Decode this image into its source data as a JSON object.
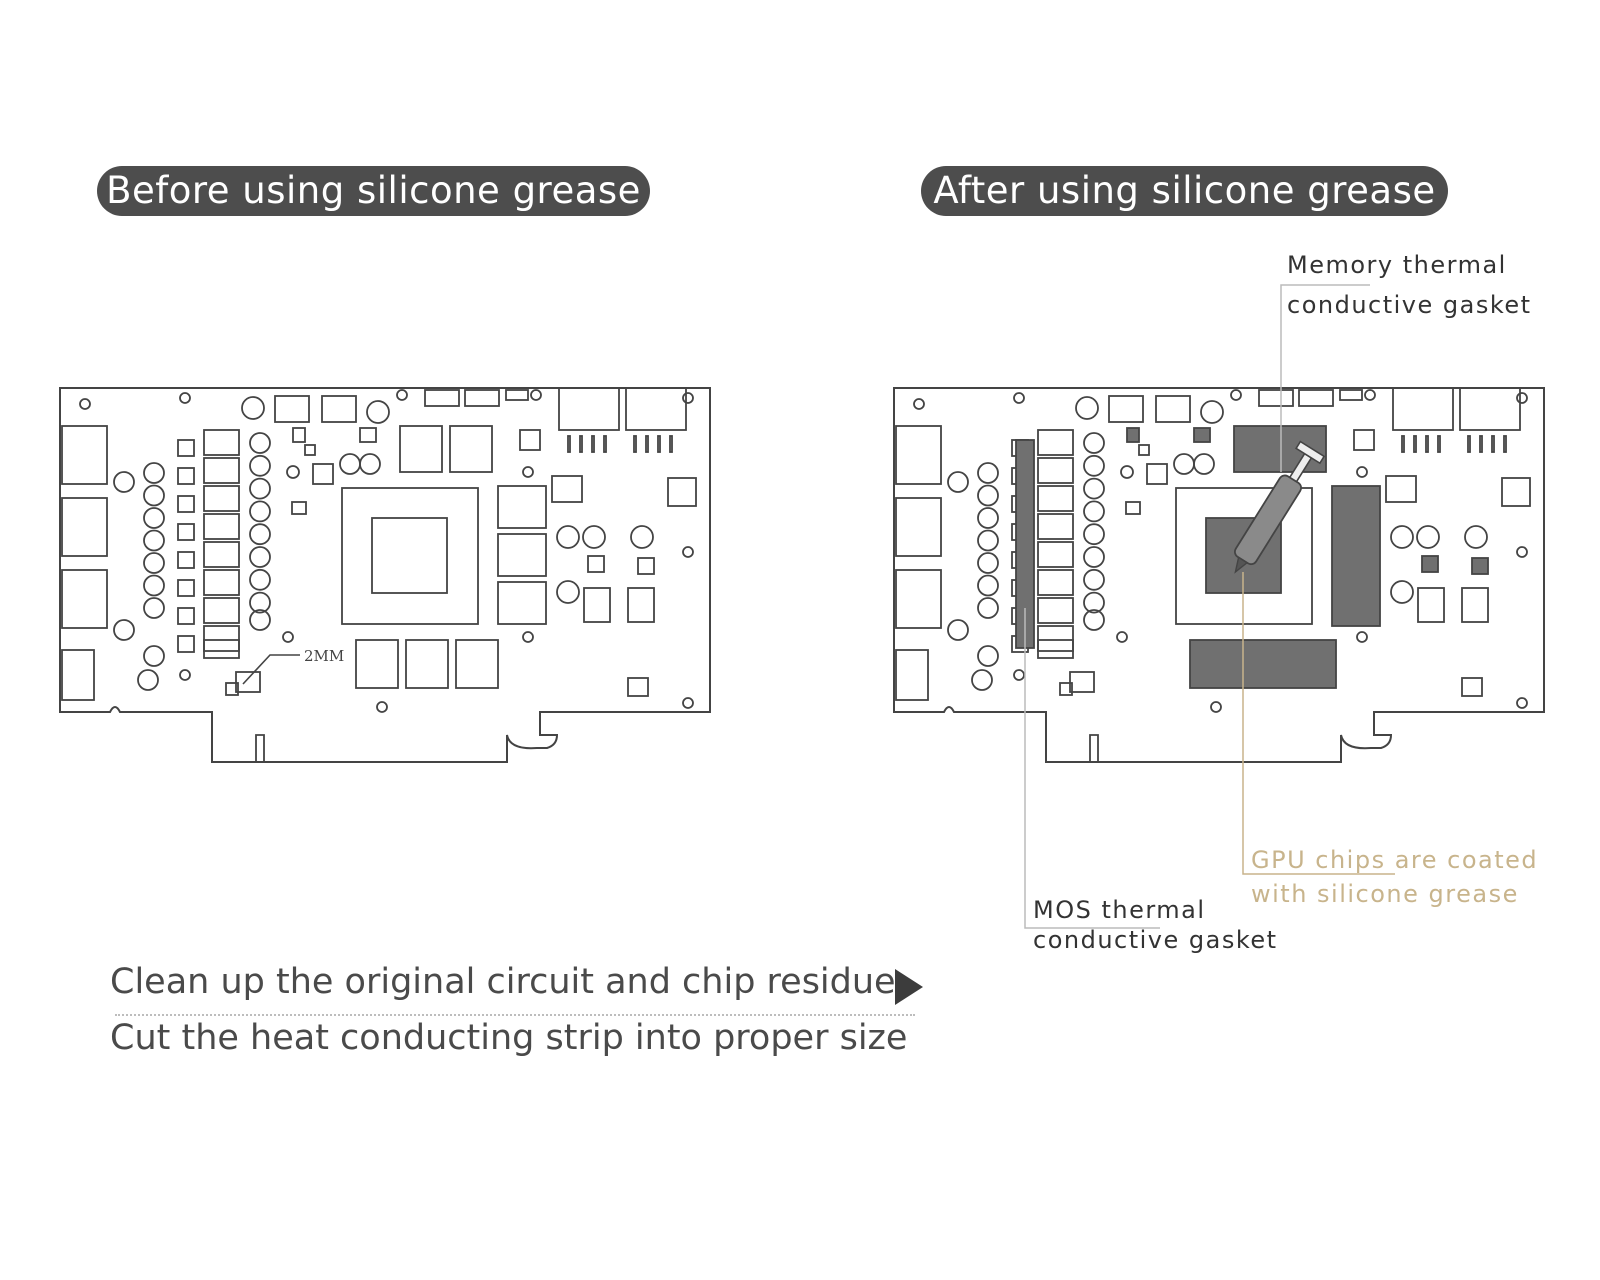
{
  "before_panel": {
    "title": "Before using silicone grease",
    "dimension_label": "2MM"
  },
  "after_panel": {
    "title": "After using silicone grease",
    "callouts": {
      "memory_line1": "Memory thermal",
      "memory_line2": "conductive gasket",
      "mos_line1": "MOS thermal",
      "mos_line2": "conductive gasket",
      "gpu_line1": "GPU chips are coated",
      "gpu_line2": "with silicone grease"
    }
  },
  "steps": {
    "step1": "Clean up the original circuit and chip residue",
    "step2": "Cut the heat conducting strip into proper size"
  },
  "colors": {
    "pill_background": "#4d4d4d",
    "outline": "#444444",
    "gasket_fill": "#707070",
    "gpu_callout_text": "#c8b48c"
  }
}
